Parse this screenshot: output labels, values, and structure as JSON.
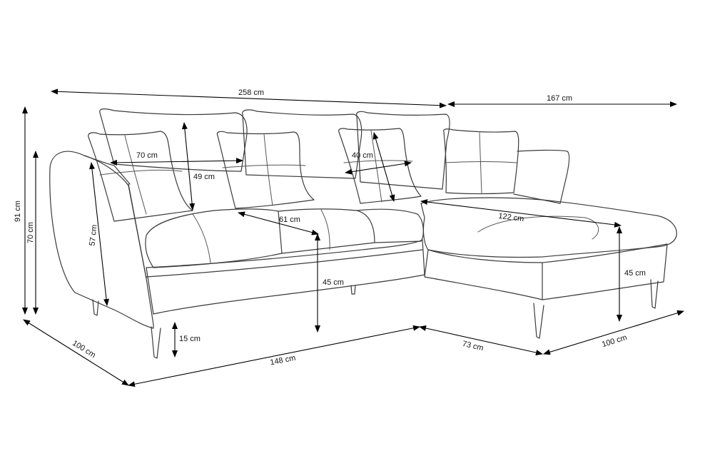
{
  "dimensions": {
    "total_width": "258 cm",
    "chaise_length": "167 cm",
    "height_total": "91 cm",
    "height_back": "70 cm",
    "arm_height": "57 cm",
    "backrest_height": "49 cm",
    "cushion_width": "70 cm",
    "pillow_width": "40 cm",
    "seat_depth": "61 cm",
    "chaise_seat_length": "122 cm",
    "seat_height_main": "45 cm",
    "seat_height_chaise": "45 cm",
    "leg_height": "15 cm",
    "side_depth": "100 cm",
    "front_width": "148 cm",
    "chaise_width": "73 cm",
    "chaise_end_depth": "100 cm"
  }
}
